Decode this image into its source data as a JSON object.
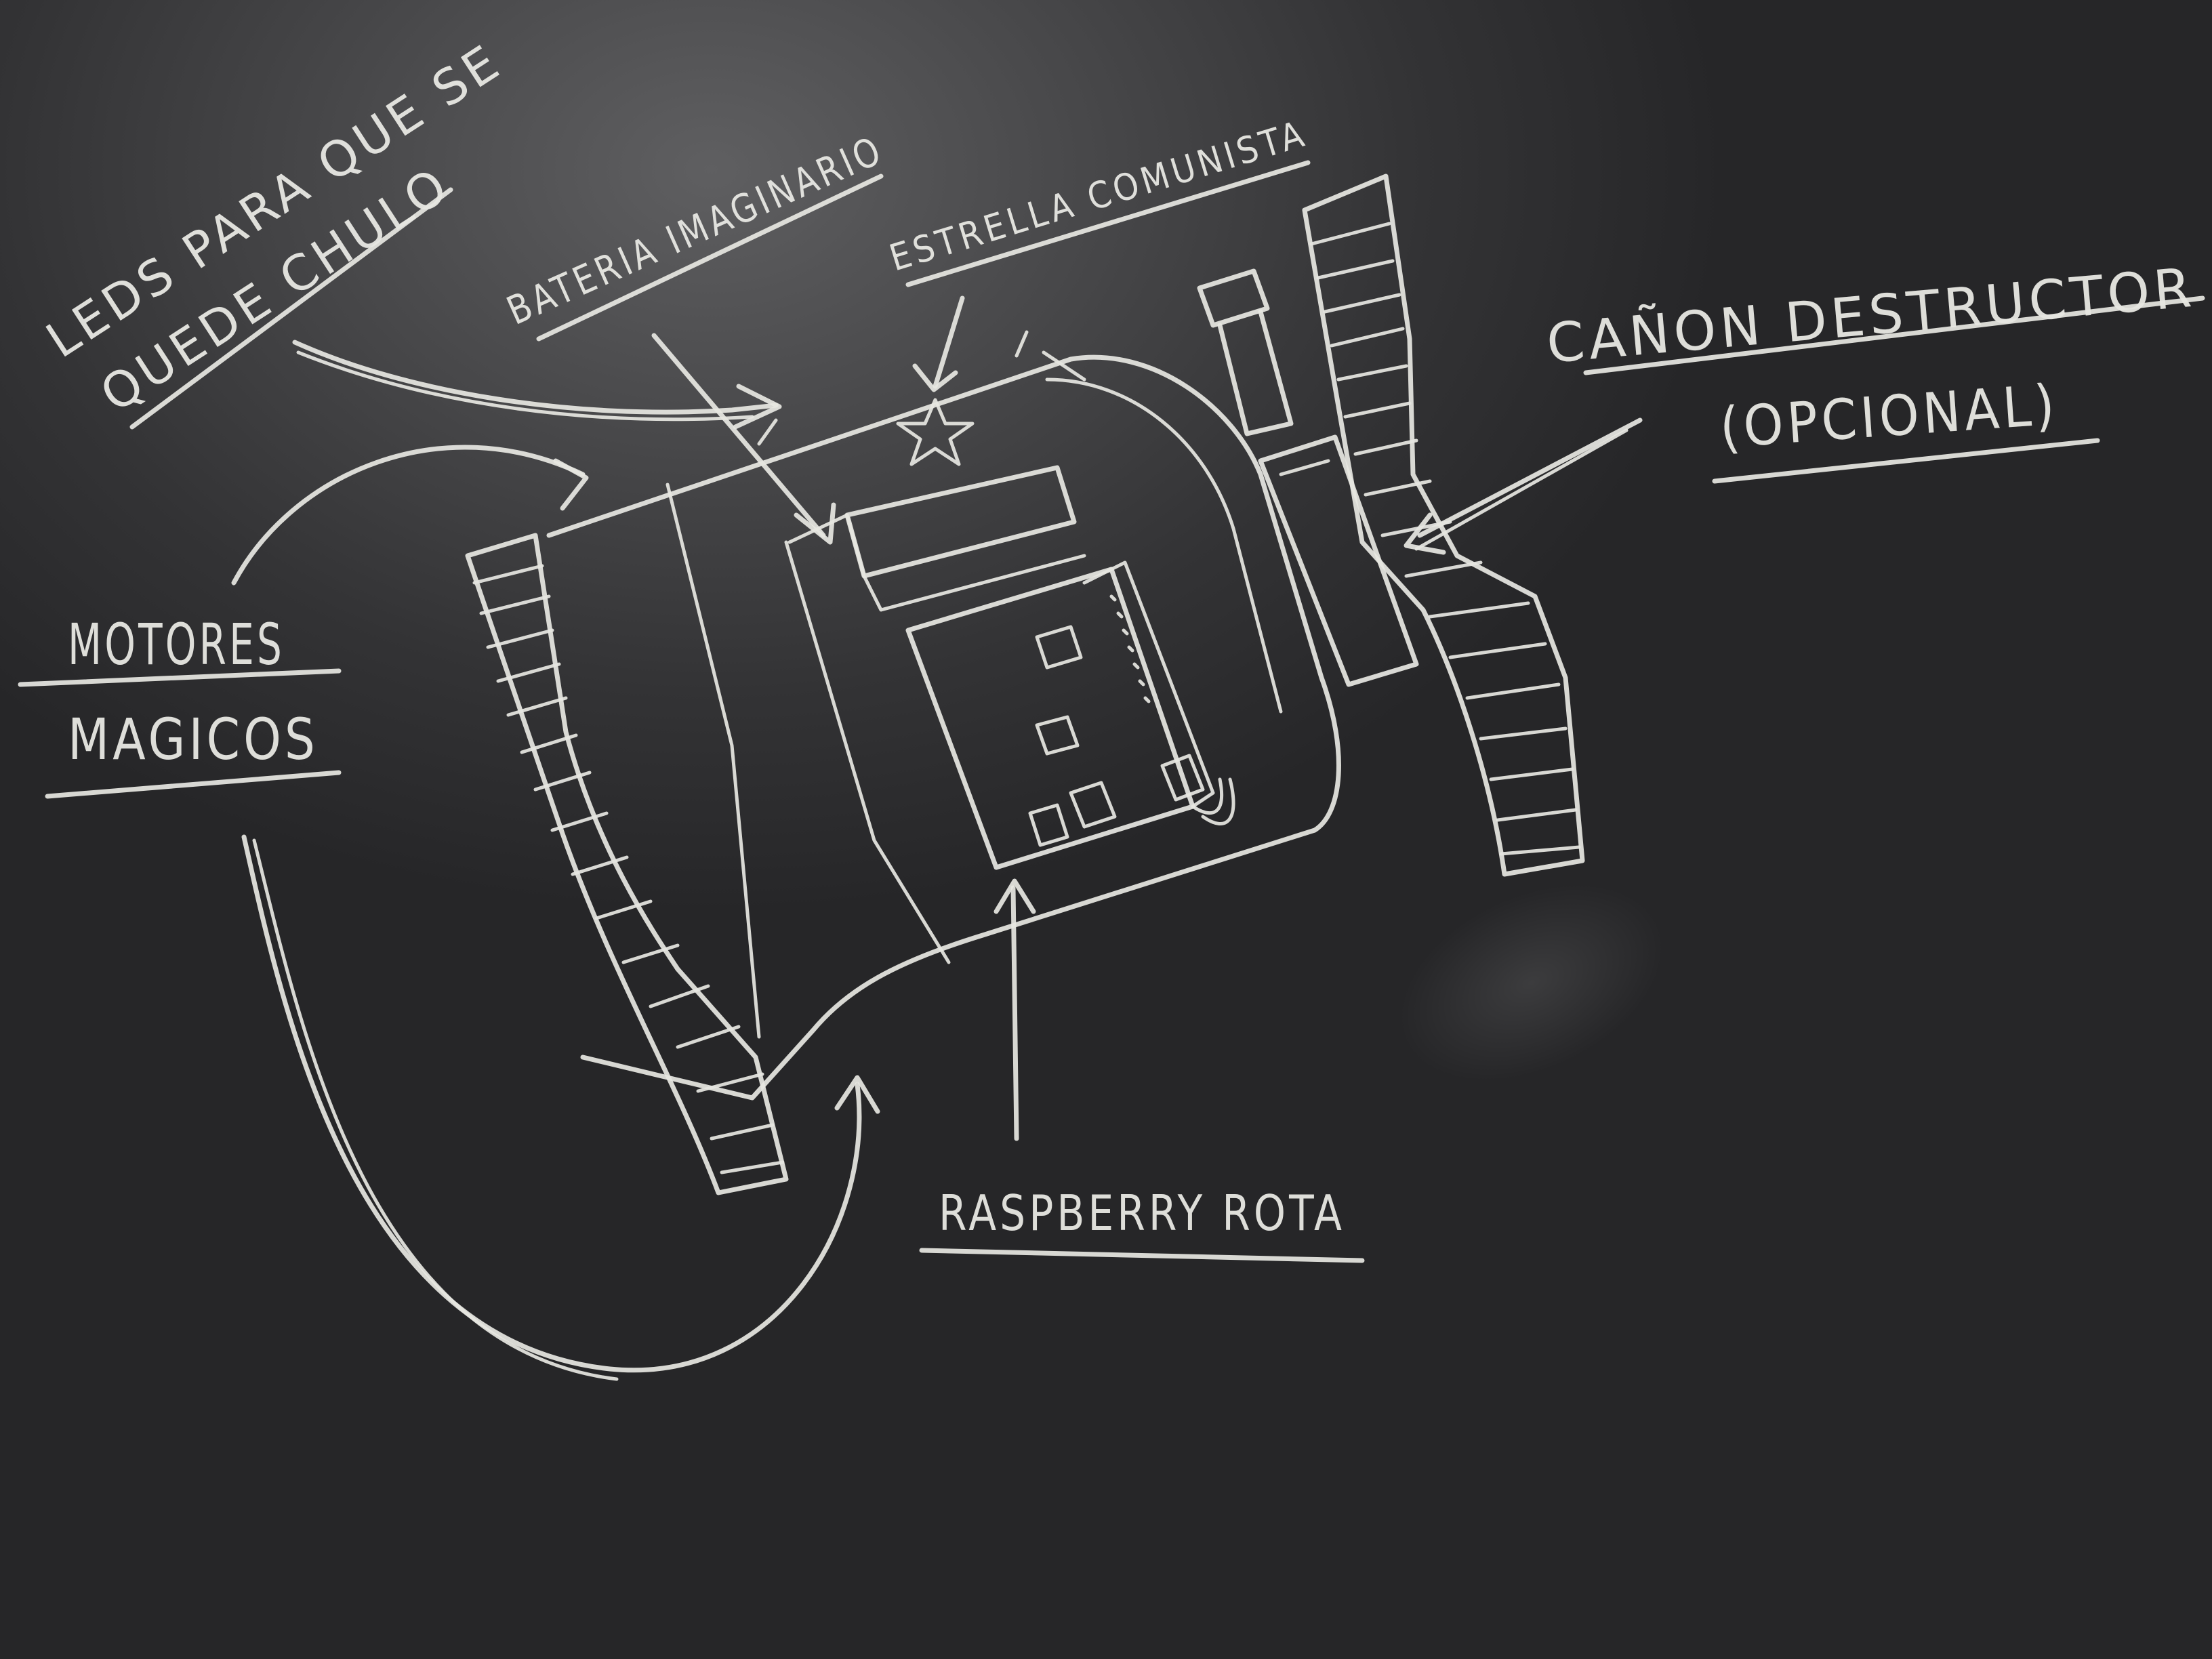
{
  "board": {
    "background": "#2b2b2d",
    "chalk_color": "#e6e6e1"
  },
  "labels": {
    "leds_line1": "LEDS PARA QUE SE",
    "leds_line2": "QUEDE CHULO",
    "bateria": "BATERIA IMAGINARIO",
    "estrella": "ESTRELLA COMUNISTA",
    "canon_line1": "CAÑON DESTRUCTOR",
    "canon_line2": "(OPCIONAL)",
    "motores_line1": "MOTORES",
    "motores_line2": "MAGICOS",
    "raspberry": "RASPBERRY ROTA"
  }
}
